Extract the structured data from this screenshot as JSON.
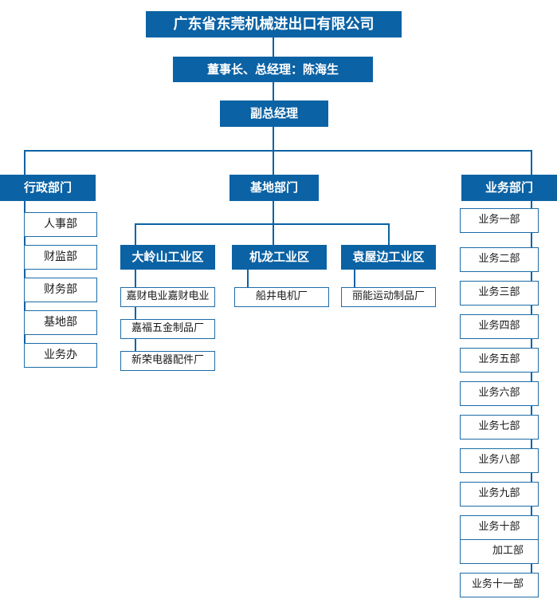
{
  "company": {
    "name": "广东省东莞机械进出口有限公司",
    "leadership": "董事长、总经理：陈海生",
    "deputy": "副总经理"
  },
  "colors": {
    "node_fill": "#0b62a4",
    "node_border": "#1d6ca8",
    "connector": "#0b62a4",
    "node_text_light": "#ffffff",
    "node_text_dark": "#1a1a1a",
    "background": "#ffffff"
  },
  "divisions": {
    "admin": {
      "label": "行政部门",
      "children": [
        {
          "label": "人事部"
        },
        {
          "label": "财监部"
        },
        {
          "label": "财务部"
        },
        {
          "label": "基地部"
        },
        {
          "label": "业务办"
        }
      ]
    },
    "base": {
      "label": "基地部门",
      "zones": [
        {
          "label": "大岭山工业区",
          "factories": [
            {
              "label": "嘉财电业嘉财电业"
            },
            {
              "label": "嘉福五金制品厂"
            },
            {
              "label": "新荣电器配件厂"
            }
          ]
        },
        {
          "label": "机龙工业区",
          "factories": [
            {
              "label": "船井电机厂"
            }
          ]
        },
        {
          "label": "袁屋边工业区",
          "factories": [
            {
              "label": "丽能运动制品厂"
            }
          ]
        }
      ]
    },
    "business": {
      "label": "业务部门",
      "children": [
        {
          "label": "业务一部"
        },
        {
          "label": "业务二部"
        },
        {
          "label": "业务三部"
        },
        {
          "label": "业务四部"
        },
        {
          "label": "业务五部"
        },
        {
          "label": "业务六部"
        },
        {
          "label": "业务七部"
        },
        {
          "label": "业务八部"
        },
        {
          "label": "业务九部"
        },
        {
          "label": "业务十部"
        },
        {
          "label": "加工部"
        },
        {
          "label": "业务十一部"
        }
      ]
    }
  }
}
